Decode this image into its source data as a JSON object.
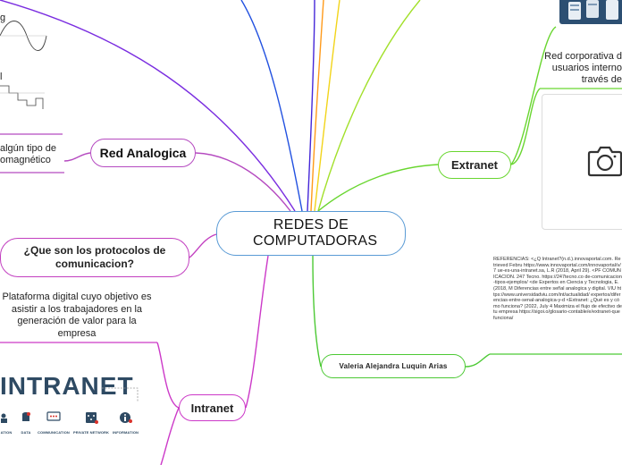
{
  "central": {
    "title": "REDES DE COMPUTADORAS"
  },
  "analog": {
    "title": "Red Analogica",
    "description": "algún tipo de omagnético"
  },
  "protocols": {
    "title": "¿Que son los protocolos de comunicacion?"
  },
  "intranet": {
    "title": "Intranet",
    "description": "Plataforma digital cuyo objetivo es asistir a los trabajadores en la generación de valor para la empresa",
    "logo_text": "INTRANET",
    "icons": [
      {
        "label": "ATION",
        "icon": "collaboration-icon"
      },
      {
        "label": "DATA",
        "icon": "database-icon"
      },
      {
        "label": "COMMUNICATION",
        "icon": "chat-icon"
      },
      {
        "label": "PRIVATE NETWORK",
        "icon": "network-icon"
      },
      {
        "label": "INFORMATION",
        "icon": "info-icon"
      }
    ]
  },
  "extranet": {
    "title": "Extranet",
    "description_lines": [
      "Red corporativa d",
      "usuarios interno",
      "través de"
    ]
  },
  "author": {
    "name": "Valeria Alejandra Luquin Arias",
    "references": "REFERENCIAS: <¿Q Intranet?(n.d.).innovaportal.com. Retrieved Febru https://www.innovaportal.com/innovaportal/v/7 ue-es-una-intranet.sa, L.R (2018, April 29). <PF COMUNICACION. 247 Tecno. https://247tecno.co de-comunicacion-tipos-ejemplos/ <de Expertos en Ciencia y Tecnologia, E. (2018, M Diferencias entre señal analogica y digital. VIU https://www.universidadviu.com/int/actualidad/ expertos/diferencias-entre-senal-analogica-y-d <Extranet: ¿Qué es y cómo funciona? (2022, July 4 Maximiza el flujo de efectivo de tu empresa https://sigoi.o/glosario-contable/e/extranet-que funciona/"
  },
  "fragments": {
    "g": "g",
    "l": "l"
  },
  "colors": {
    "central_border": "#5a9bd5",
    "analog": "#b54ac0",
    "protocols": "#c23fc0",
    "intranet": "#cc39c8",
    "extranet": "#69d630",
    "author": "#4cc934",
    "top_blue": "#2255d8",
    "top_orange": "#ff9a1a",
    "top_yellow": "#f2d41a",
    "top_lime": "#9be02a",
    "top_violet": "#8a35e0",
    "logo": "#2e4a63"
  }
}
